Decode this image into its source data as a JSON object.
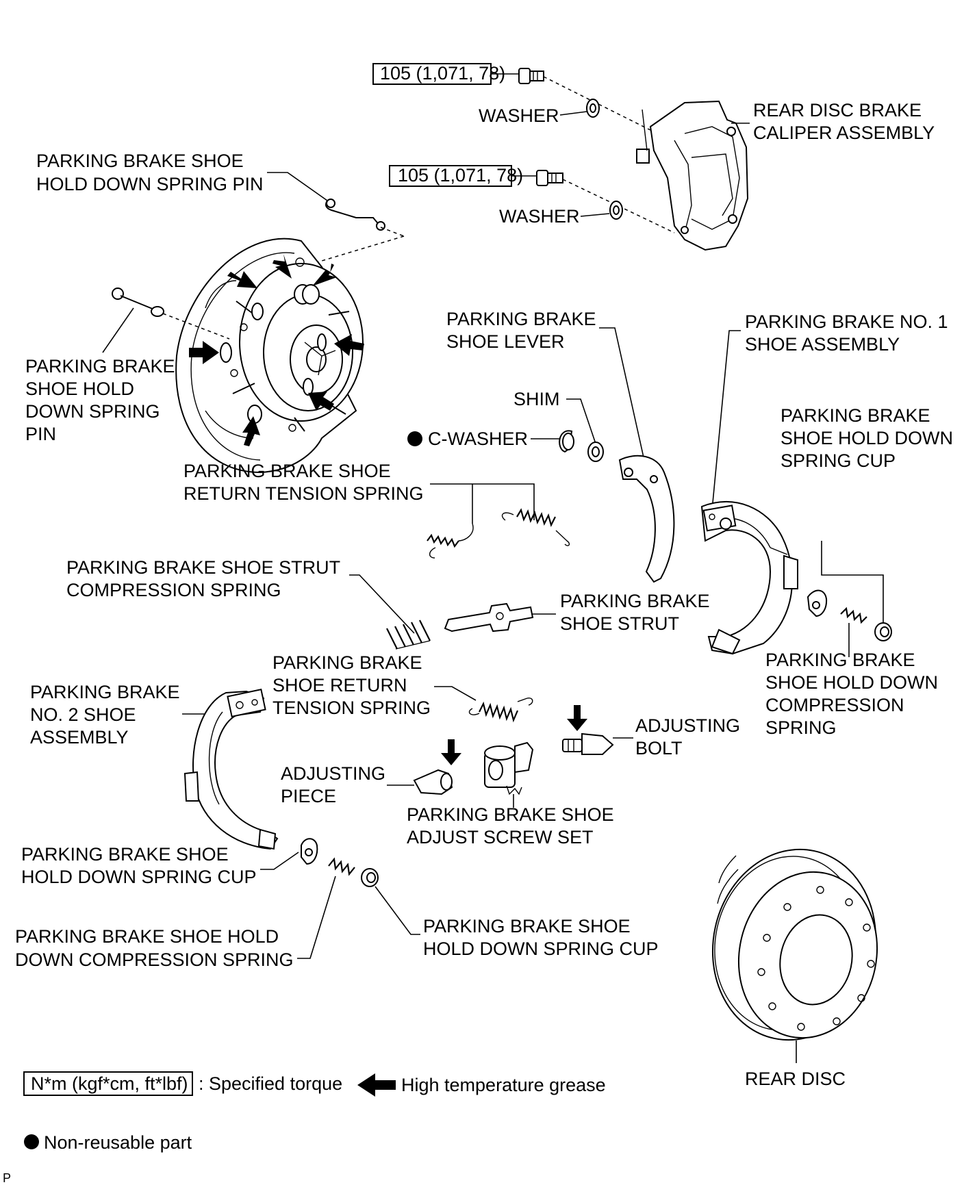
{
  "labels": {
    "torque_1": "105 (1,071, 78)",
    "torque_2": "105 (1,071, 78)",
    "washer_1": "WASHER",
    "washer_2": "WASHER",
    "caliper": [
      "REAR DISC BRAKE",
      "CALIPER ASSEMBLY"
    ],
    "hold_down_pin_top": [
      "PARKING BRAKE SHOE",
      "HOLD DOWN SPRING PIN"
    ],
    "hold_down_pin_left": [
      "PARKING BRAKE",
      "SHOE HOLD",
      "DOWN SPRING",
      "PIN"
    ],
    "shoe_lever": [
      "PARKING BRAKE",
      "SHOE LEVER"
    ],
    "no1_shoe": [
      "PARKING BRAKE NO. 1",
      "SHOE ASSEMBLY"
    ],
    "shim": "SHIM",
    "c_washer": "C-WASHER",
    "cup_right": [
      "PARKING BRAKE",
      "SHOE HOLD DOWN",
      "SPRING CUP"
    ],
    "return_spring_top": [
      "PARKING BRAKE SHOE",
      "RETURN TENSION SPRING"
    ],
    "strut_spring": [
      "PARKING BRAKE SHOE STRUT",
      "COMPRESSION SPRING"
    ],
    "strut": [
      "PARKING BRAKE",
      "SHOE STRUT"
    ],
    "return_spring_mid": [
      "PARKING BRAKE",
      "SHOE RETURN",
      "TENSION SPRING"
    ],
    "compression_right": [
      "PARKING BRAKE",
      "SHOE HOLD DOWN",
      "COMPRESSION",
      "SPRING"
    ],
    "no2_shoe": [
      "PARKING BRAKE",
      "NO. 2 SHOE",
      "ASSEMBLY"
    ],
    "adjusting_bolt": [
      "ADJUSTING",
      "BOLT"
    ],
    "adjusting_piece": [
      "ADJUSTING",
      "PIECE"
    ],
    "adjust_screw_set": [
      "PARKING BRAKE SHOE",
      "ADJUST SCREW SET"
    ],
    "cup_left": [
      "PARKING BRAKE SHOE",
      "HOLD DOWN SPRING CUP"
    ],
    "compression_left": [
      "PARKING BRAKE SHOE HOLD",
      "DOWN COMPRESSION SPRING"
    ],
    "cup_bottom": [
      "PARKING BRAKE SHOE",
      "HOLD DOWN SPRING CUP"
    ],
    "rear_disc": "REAR DISC"
  },
  "legend": {
    "torque_box": "N*m (kgf*cm, ft*lbf)",
    "torque_text": ": Specified torque",
    "grease_text": "High temperature grease",
    "nonreusable_text": "Non-reusable part"
  },
  "corner_mark": "P"
}
